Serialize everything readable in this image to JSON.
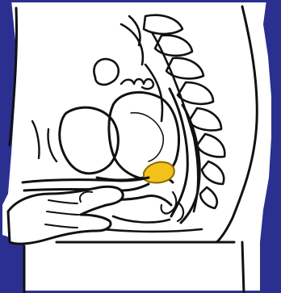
{
  "illustration": {
    "subject": "pelvic-cross-section-device-insertion",
    "colors": {
      "frame": "#2b2f8f",
      "ink": "#111111",
      "paper": "#ffffff",
      "device": "#f2c21a",
      "device_outline": "#8a6a00"
    },
    "parts": [
      "body-outline",
      "spine-vertebrae",
      "uterus",
      "fallopian-tube",
      "bladder",
      "vaginal-canal",
      "rectum",
      "intestine-loops",
      "cervical-device",
      "hand",
      "inserter-tool"
    ]
  }
}
